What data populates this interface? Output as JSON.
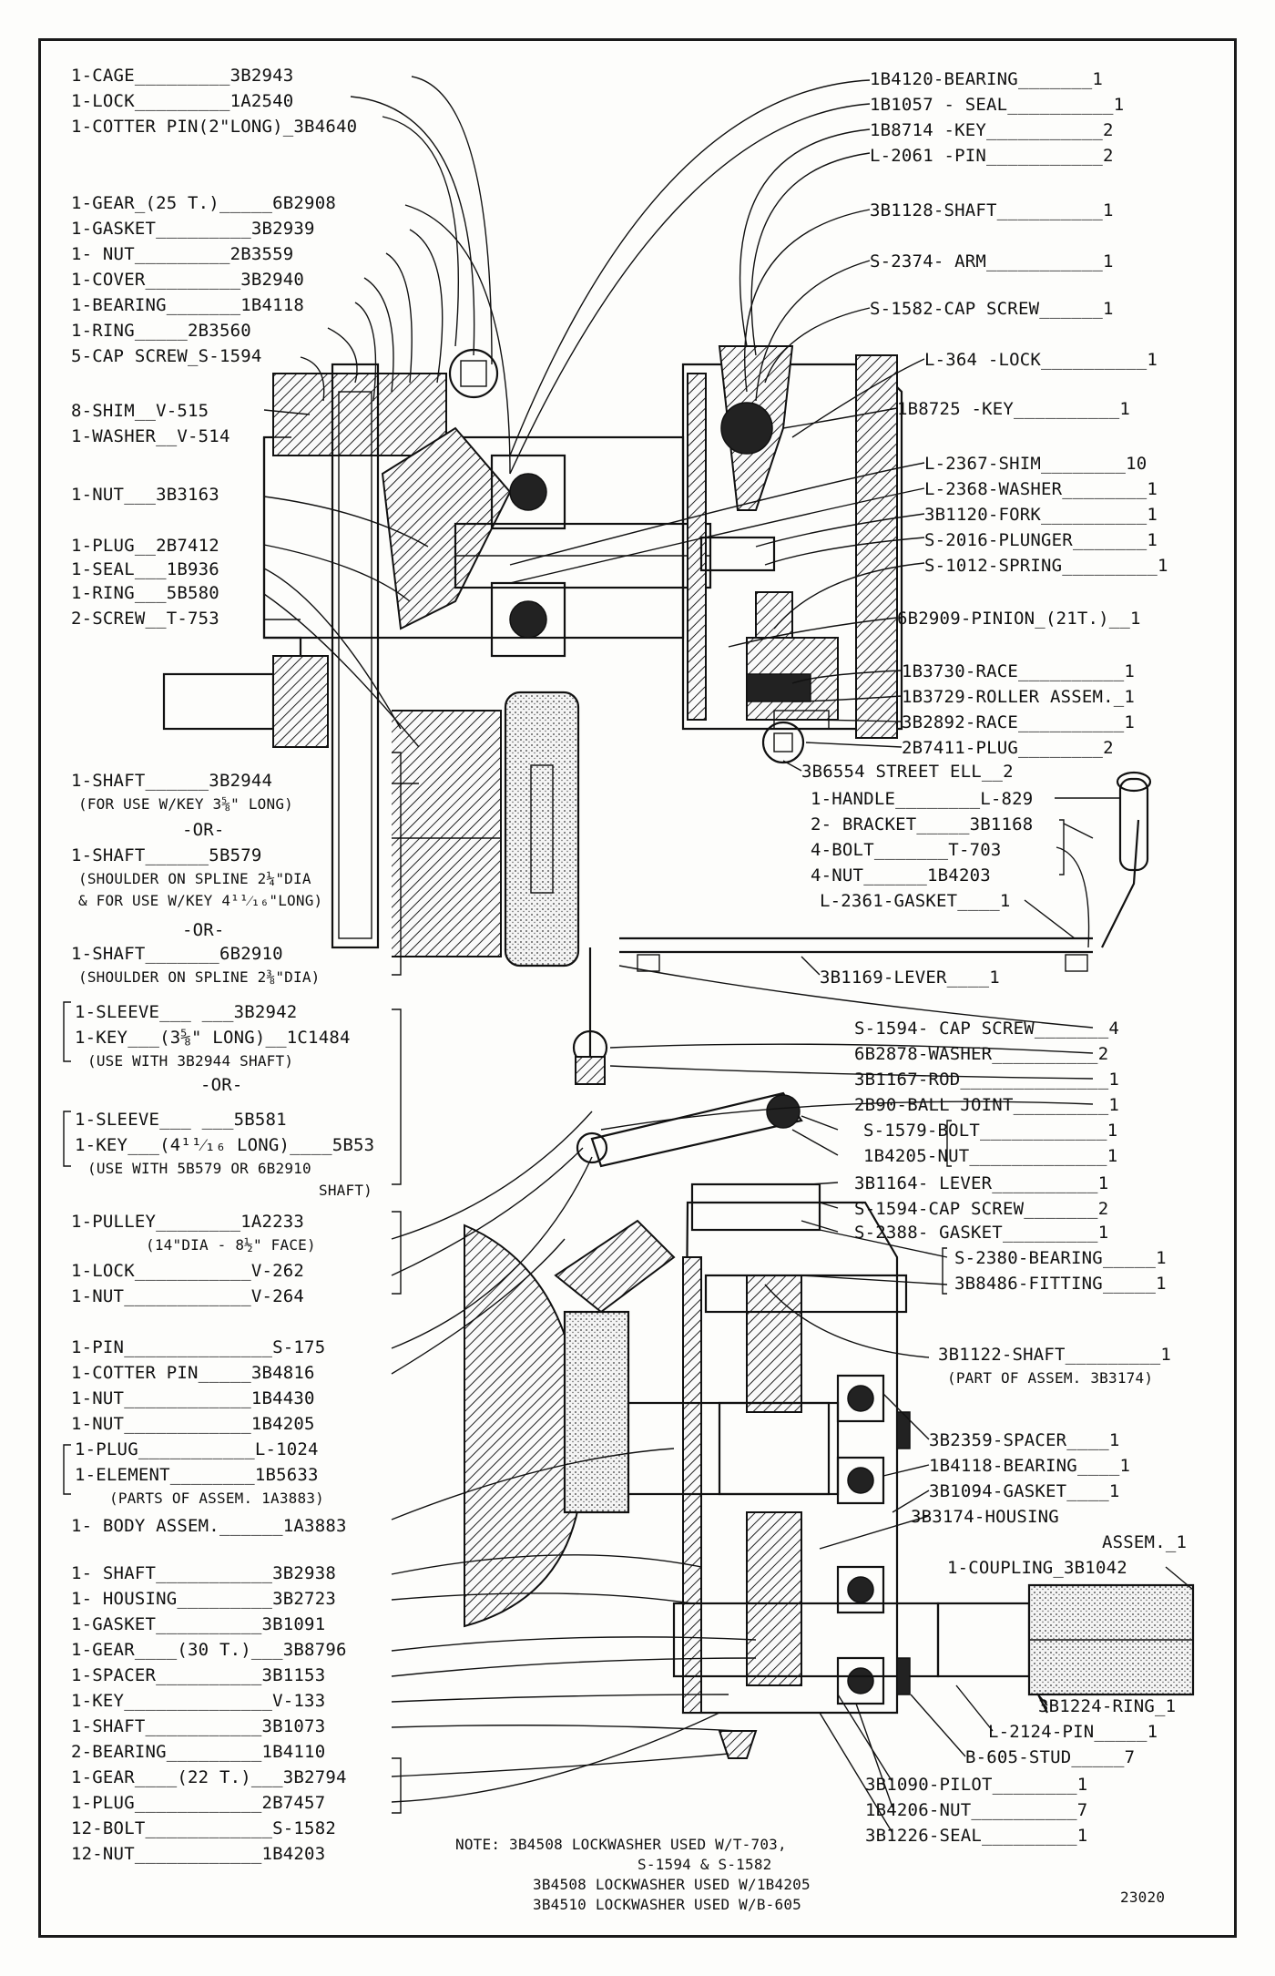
{
  "left_labels": [
    {
      "text": "1-CAGE_________3B2943"
    },
    {
      "text": "1-LOCK_________1A2540"
    },
    {
      "text": "1-COTTER PIN(2\"LONG)_3B4640"
    },
    {
      "text": "1-GEAR_(25 T.)_____6B2908"
    },
    {
      "text": "1-GASKET_________3B2939"
    },
    {
      "text": "1- NUT_________2B3559"
    },
    {
      "text": "1-COVER_________3B2940"
    },
    {
      "text": "1-BEARING_______1B4118"
    },
    {
      "text": "1-RING_____2B3560"
    },
    {
      "text": "5-CAP SCREW_S-1594"
    },
    {
      "text": "8-SHIM__V-515"
    },
    {
      "text": "1-WASHER__V-514"
    },
    {
      "text": "1-NUT___3B3163"
    },
    {
      "text": "1-PLUG__2B7412"
    },
    {
      "text": "1-SEAL___1B936"
    },
    {
      "text": "1-RING___5B580"
    },
    {
      "text": "2-SCREW__T-753"
    },
    {
      "text": "1-SHAFT______3B2944"
    },
    {
      "text": "(FOR USE W/KEY 3⅝\" LONG)"
    },
    {
      "text": "-OR-"
    },
    {
      "text": "1-SHAFT______5B579"
    },
    {
      "text": "(SHOULDER ON SPLINE 2¼\"DIA"
    },
    {
      "text": "& FOR USE W/KEY 4¹¹⁄₁₆\"LONG)"
    },
    {
      "text": "-OR-"
    },
    {
      "text": "1-SHAFT_______6B2910"
    },
    {
      "text": "(SHOULDER ON SPLINE 2⅜\"DIA)"
    },
    {
      "text": "1-SLEEVE___ ___3B2942"
    },
    {
      "text": "1-KEY___(3⅝\" LONG)__1C1484"
    },
    {
      "text": "(USE WITH 3B2944 SHAFT)"
    },
    {
      "text": "-OR-"
    },
    {
      "text": "1-SLEEVE___ ___5B581"
    },
    {
      "text": "1-KEY___(4¹¹⁄₁₆ LONG)____5B53"
    },
    {
      "text": "(USE WITH 5B579 OR 6B2910"
    },
    {
      "text": "SHAFT)"
    },
    {
      "text": "1-PULLEY________1A2233"
    },
    {
      "text": "(14\"DIA - 8½\" FACE)"
    },
    {
      "text": "1-LOCK___________V-262"
    },
    {
      "text": "1-NUT____________V-264"
    },
    {
      "text": "1-PIN______________S-175"
    },
    {
      "text": "1-COTTER PIN_____3B4816"
    },
    {
      "text": "1-NUT____________1B4430"
    },
    {
      "text": "1-NUT____________1B4205"
    },
    {
      "text": "1-PLUG___________L-1024"
    },
    {
      "text": "1-ELEMENT________1B5633"
    },
    {
      "text": "(PARTS OF ASSEM. 1A3883)"
    },
    {
      "text": "1- BODY ASSEM.______1A3883"
    },
    {
      "text": "1- SHAFT___________3B2938"
    },
    {
      "text": "1- HOUSING_________3B2723"
    },
    {
      "text": "1-GASKET__________3B1091"
    },
    {
      "text": "1-GEAR____(30 T.)___3B8796"
    },
    {
      "text": "1-SPACER__________3B1153"
    },
    {
      "text": "1-KEY______________V-133"
    },
    {
      "text": "1-SHAFT___________3B1073"
    },
    {
      "text": "2-BEARING_________1B4110"
    },
    {
      "text": "1-GEAR____(22 T.)___3B2794"
    },
    {
      "text": "1-PLUG____________2B7457"
    },
    {
      "text": "12-BOLT____________S-1582"
    },
    {
      "text": "12-NUT____________1B4203"
    }
  ],
  "right_labels": [
    {
      "text": "1B4120-BEARING_______1"
    },
    {
      "text": "1B1057 - SEAL__________1"
    },
    {
      "text": "1B8714 -KEY___________2"
    },
    {
      "text": "L-2061 -PIN___________2"
    },
    {
      "text": "3B1128-SHAFT__________1"
    },
    {
      "text": "S-2374- ARM___________1"
    },
    {
      "text": "S-1582-CAP SCREW______1"
    },
    {
      "text": "L-364 -LOCK__________1"
    },
    {
      "text": "1B8725 -KEY__________1"
    },
    {
      "text": "L-2367-SHIM________10"
    },
    {
      "text": "L-2368-WASHER________1"
    },
    {
      "text": "3B1120-FORK__________1"
    },
    {
      "text": "S-2016-PLUNGER_______1"
    },
    {
      "text": "S-1012-SPRING_________1"
    },
    {
      "text": "6B2909-PINION_(21T.)__1"
    },
    {
      "text": "1B3730-RACE__________1"
    },
    {
      "text": "1B3729-ROLLER ASSEM._1"
    },
    {
      "text": "3B2892-RACE__________1"
    },
    {
      "text": "2B7411-PLUG________2"
    },
    {
      "text": "3B6554 STREET ELL__2"
    },
    {
      "text": "1-HANDLE________L-829"
    },
    {
      "text": "2- BRACKET_____3B1168"
    },
    {
      "text": "4-BOLT_______T-703"
    },
    {
      "text": "4-NUT______1B4203"
    },
    {
      "text": "L-2361-GASKET____1"
    },
    {
      "text": "3B1169-LEVER____1"
    },
    {
      "text": "S-1594- CAP SCREW_______4"
    },
    {
      "text": "6B2878-WASHER__________2"
    },
    {
      "text": "3B1167-ROD______________1"
    },
    {
      "text": "2B90-BALL JOINT_________1"
    },
    {
      "text": "S-1579-BOLT____________1"
    },
    {
      "text": "1B4205-NUT_____________1"
    },
    {
      "text": "3B1164- LEVER__________1"
    },
    {
      "text": "S-1594-CAP SCREW_______2"
    },
    {
      "text": "S-2388- GASKET_________1"
    },
    {
      "text": "S-2380-BEARING_____1"
    },
    {
      "text": "3B8486-FITTING_____1"
    },
    {
      "text": "3B1122-SHAFT_________1"
    },
    {
      "text": "(PART OF ASSEM. 3B3174)"
    },
    {
      "text": "3B2359-SPACER____1"
    },
    {
      "text": "1B4118-BEARING____1"
    },
    {
      "text": "3B1094-GASKET____1"
    },
    {
      "text": "3B3174-HOUSING"
    },
    {
      "text": "ASSEM._1"
    },
    {
      "text": "1-COUPLING_3B1042"
    },
    {
      "text": "3B1224-RING_1"
    },
    {
      "text": "L-2124-PIN_____1"
    },
    {
      "text": "B-605-STUD_____7"
    },
    {
      "text": "3B1090-PILOT________1"
    },
    {
      "text": "1B4206-NUT__________7"
    },
    {
      "text": "3B1226-SEAL_________1"
    }
  ],
  "note": {
    "lines": [
      "NOTE: 3B4508 LOCKWASHER USED W/T-703,",
      "S-1594 & S-1582",
      "3B4508 LOCKWASHER USED W/1B4205",
      "3B4510 LOCKWASHER USED W/B-605"
    ]
  },
  "figure_number": "23020"
}
